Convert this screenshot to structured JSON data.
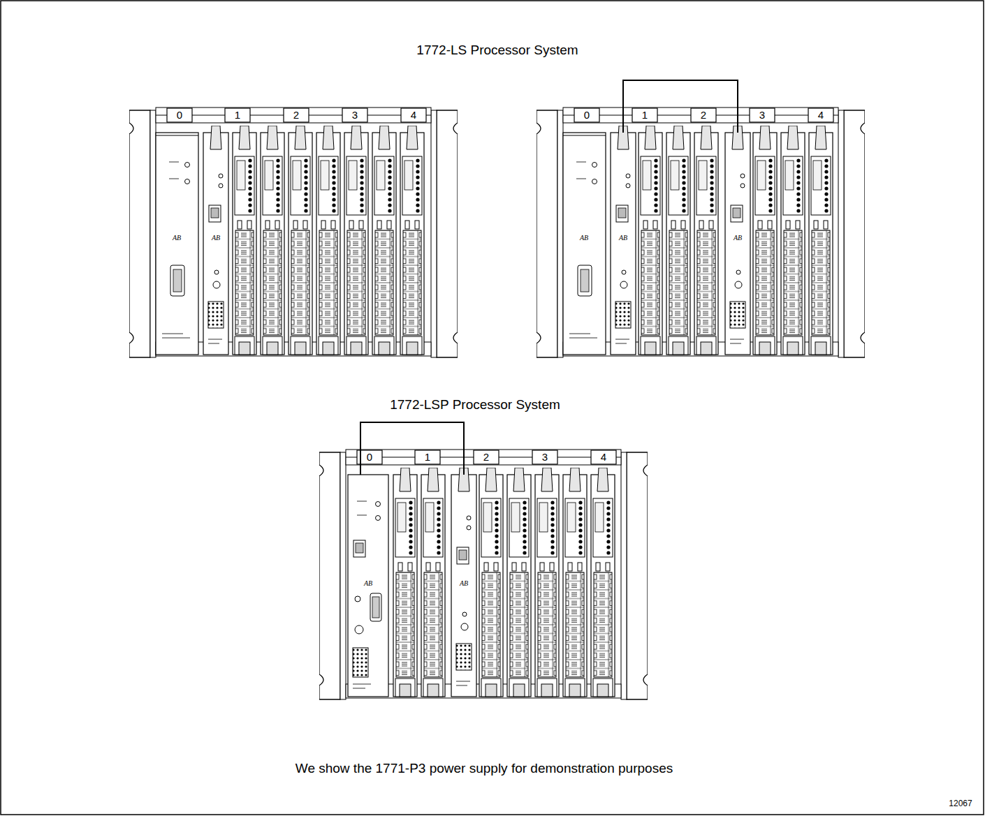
{
  "diagram": {
    "title": "1772-LS Processor System",
    "caption": "We show the 1771-P3 power supply for demonstration purposes",
    "nodes": [
      {
        "text": [
          "AB"
        ]
      },
      {
        "text": [
          "AB"
        ]
      },
      {
        "text": [
          "AB"
        ]
      },
      {
        "text": [
          "AB"
        ]
      }
    ],
    "edges": [
      {
        "from": 0,
        "to": 1,
        "arrow": "none"
      },
      {
        "from": 2,
        "to": 3,
        "arrow": "none"
      }
    ],
    "labels": [
      "1772-LSP Processor System",
      "0",
      "1",
      "2",
      "3",
      "4",
      "0",
      "1",
      "2",
      "3",
      "4",
      "0",
      "1",
      "2",
      "3",
      "4",
      "AB",
      "AB",
      "AB",
      "12067"
    ]
  }
}
